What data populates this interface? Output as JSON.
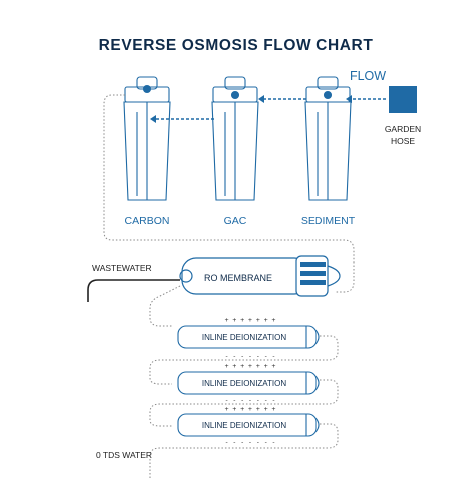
{
  "title": "REVERSE OSMOSIS FLOW CHART",
  "flow_label": "FLOW",
  "garden_hose_label_1": "GARDEN",
  "garden_hose_label_2": "HOSE",
  "filters": [
    "CARBON",
    "GAC",
    "SEDIMENT"
  ],
  "wastewater_label": "WASTEWATER",
  "ro_membrane_label": "RO MEMBRANE",
  "deionization_labels": [
    "INLINE DEIONIZATION",
    "INLINE DEIONIZATION",
    "INLINE DEIONIZATION"
  ],
  "plus_signs": "+ + + + + + +",
  "minus_signs": "- - - - - - -",
  "output_label": "0 TDS WATER",
  "colors": {
    "accent": "#1f6aa5",
    "title": "#0f2b4a",
    "fill_square": "#1f6aa5"
  }
}
